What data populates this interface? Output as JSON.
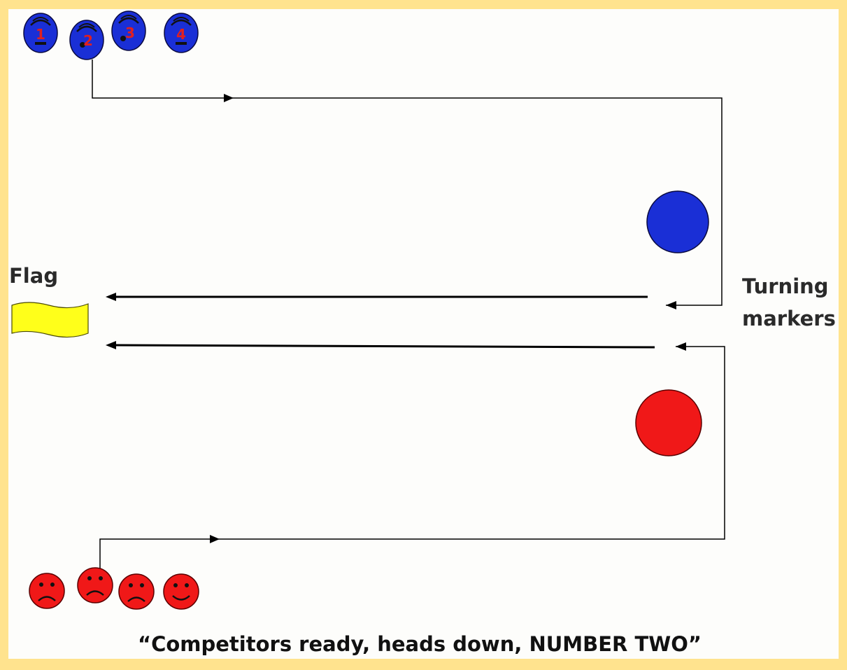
{
  "labels": {
    "flag": "Flag",
    "turning_line1": "Turning",
    "turning_line2": "markers",
    "caption": "“Competitors ready, heads down, NUMBER TWO”"
  },
  "blue_team": {
    "color": "#1A2FD6",
    "numbers": [
      "1",
      "2",
      "3",
      "4"
    ]
  },
  "red_team": {
    "color": "#F01818"
  },
  "colors": {
    "background_border": "#FFE38E",
    "paper": "#FDFDFB",
    "flag": "#FFFF1A",
    "number_color": "#E02020"
  }
}
